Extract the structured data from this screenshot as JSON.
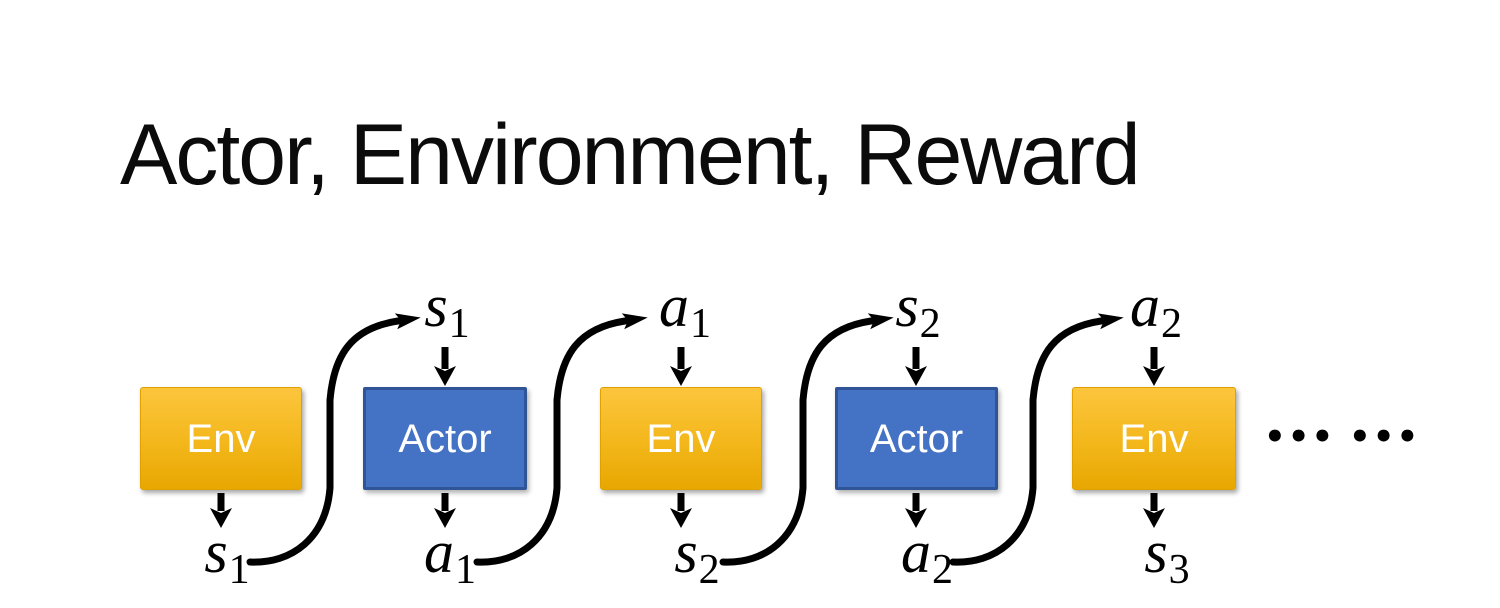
{
  "title": "Actor, Environment, Reward",
  "colors": {
    "title_color": "#0b0b0b",
    "env_top": "#FCC53D",
    "env_bottom": "#E8A701",
    "env_border": "#DFA000",
    "actor_fill": "#4472C4",
    "actor_border": "#2F5597",
    "text_on_box": "#FFFFFF",
    "arrow": "#000000"
  },
  "diagram": {
    "nodes": [
      {
        "type": "env",
        "label": "Env"
      },
      {
        "type": "actor",
        "label": "Actor"
      },
      {
        "type": "env",
        "label": "Env"
      },
      {
        "type": "actor",
        "label": "Actor"
      },
      {
        "type": "env",
        "label": "Env"
      }
    ],
    "top_labels": [
      {
        "base": "s",
        "sub": "1"
      },
      {
        "base": "a",
        "sub": "1"
      },
      {
        "base": "s",
        "sub": "2"
      },
      {
        "base": "a",
        "sub": "2"
      }
    ],
    "bottom_labels": [
      {
        "base": "s",
        "sub": "1"
      },
      {
        "base": "a",
        "sub": "1"
      },
      {
        "base": "s",
        "sub": "2"
      },
      {
        "base": "a",
        "sub": "2"
      },
      {
        "base": "s",
        "sub": "3"
      }
    ],
    "continuation": "••• •••"
  }
}
